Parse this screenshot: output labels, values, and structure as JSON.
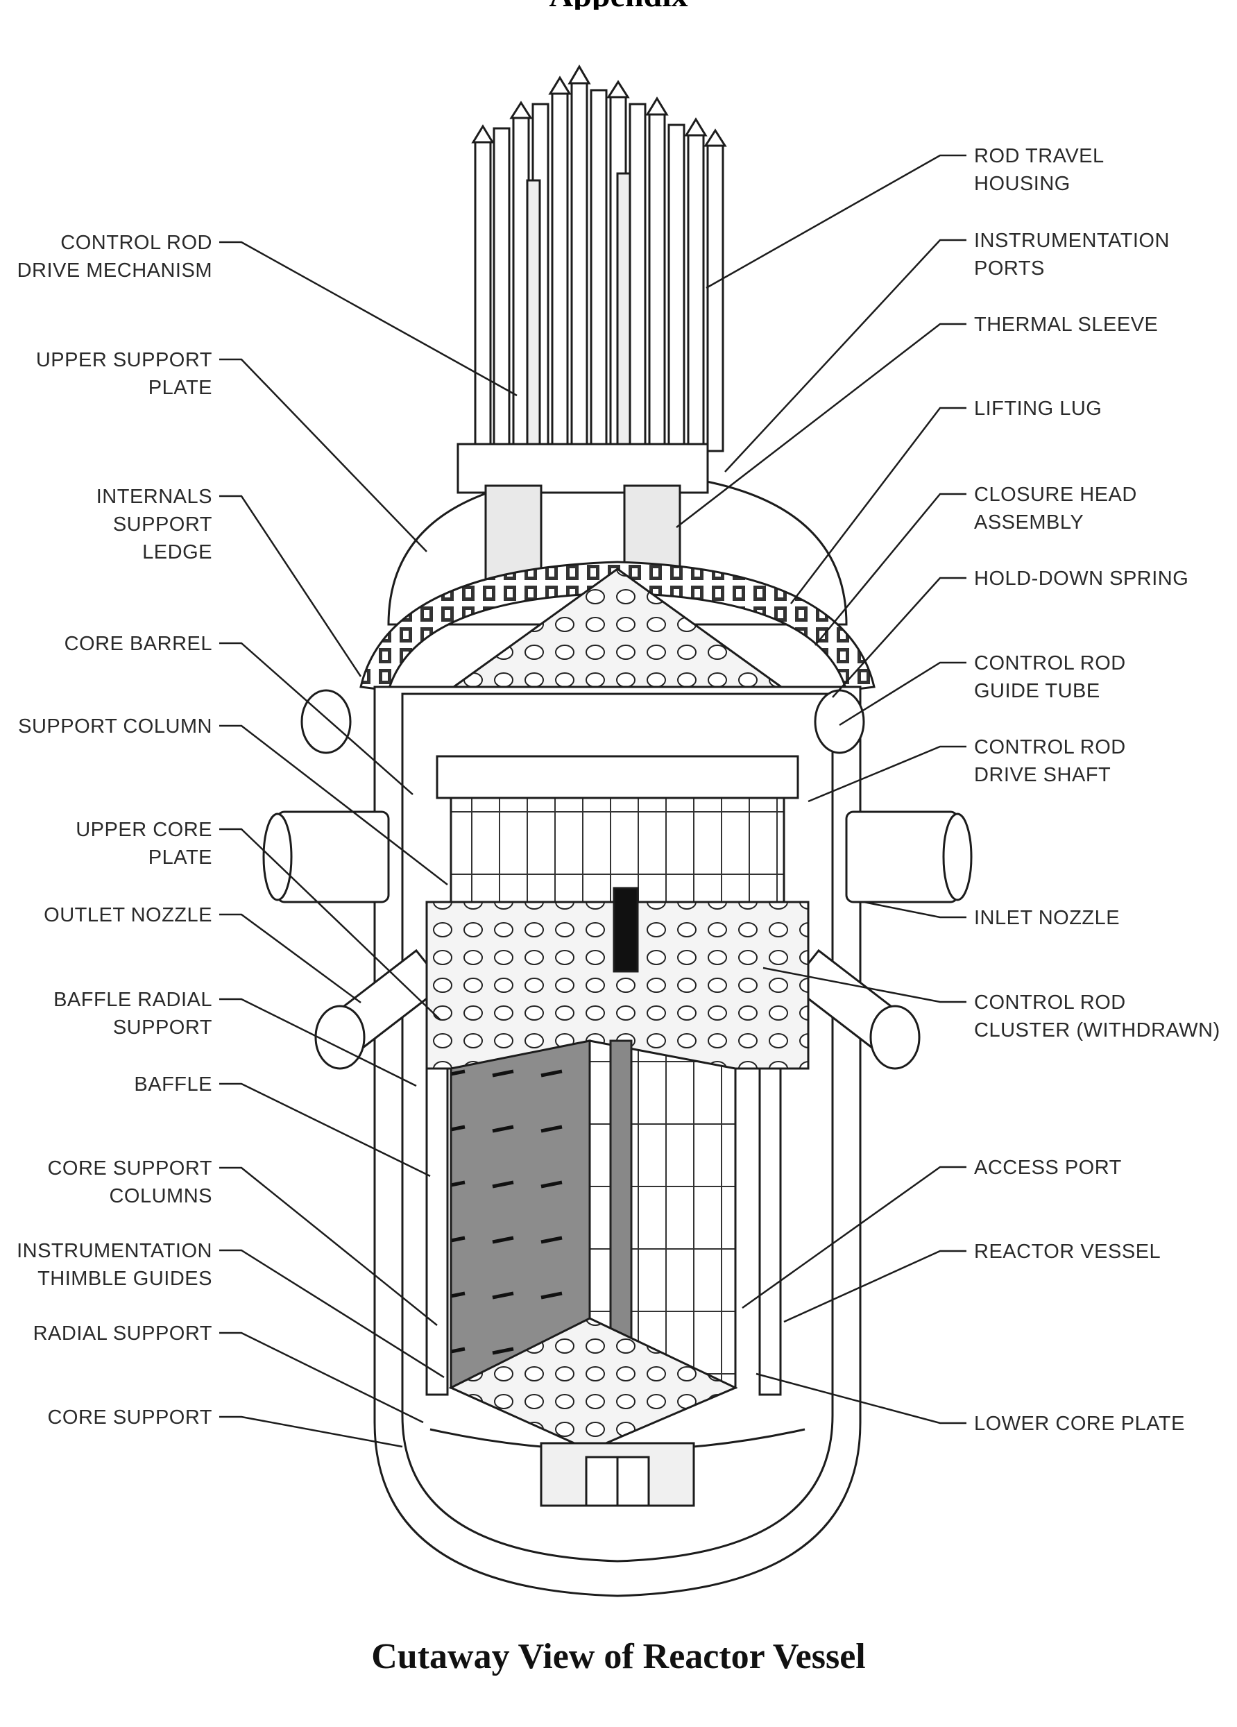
{
  "heading": "Appendix",
  "caption": "Cutaway View of Reactor Vessel",
  "left_labels": [
    {
      "lines": [
        "CONTROL ROD",
        "DRIVE MECHANISM"
      ]
    },
    {
      "lines": [
        "UPPER SUPPORT",
        "PLATE"
      ]
    },
    {
      "lines": [
        "INTERNALS",
        "SUPPORT",
        "LEDGE"
      ]
    },
    {
      "lines": [
        "CORE BARREL"
      ]
    },
    {
      "lines": [
        "SUPPORT COLUMN"
      ]
    },
    {
      "lines": [
        "UPPER CORE",
        "PLATE"
      ]
    },
    {
      "lines": [
        "OUTLET NOZZLE"
      ]
    },
    {
      "lines": [
        "BAFFLE RADIAL",
        "SUPPORT"
      ]
    },
    {
      "lines": [
        "BAFFLE"
      ]
    },
    {
      "lines": [
        "CORE SUPPORT",
        "COLUMNS"
      ]
    },
    {
      "lines": [
        "INSTRUMENTATION",
        "THIMBLE GUIDES"
      ]
    },
    {
      "lines": [
        "RADIAL SUPPORT"
      ]
    },
    {
      "lines": [
        "CORE SUPPORT"
      ]
    }
  ],
  "right_labels": [
    {
      "lines": [
        "ROD TRAVEL",
        "HOUSING"
      ]
    },
    {
      "lines": [
        "INSTRUMENTATION",
        "PORTS"
      ]
    },
    {
      "lines": [
        "THERMAL SLEEVE"
      ]
    },
    {
      "lines": [
        "LIFTING LUG"
      ]
    },
    {
      "lines": [
        "CLOSURE HEAD",
        "ASSEMBLY"
      ]
    },
    {
      "lines": [
        "HOLD-DOWN SPRING"
      ]
    },
    {
      "lines": [
        "CONTROL ROD",
        "GUIDE TUBE"
      ]
    },
    {
      "lines": [
        "CONTROL ROD",
        "DRIVE SHAFT"
      ]
    },
    {
      "lines": [
        "INLET NOZZLE"
      ]
    },
    {
      "lines": [
        "CONTROL ROD",
        "CLUSTER (WITHDRAWN)"
      ]
    },
    {
      "lines": [
        "ACCESS PORT"
      ]
    },
    {
      "lines": [
        "REACTOR VESSEL"
      ]
    },
    {
      "lines": [
        "LOWER CORE PLATE"
      ]
    }
  ]
}
